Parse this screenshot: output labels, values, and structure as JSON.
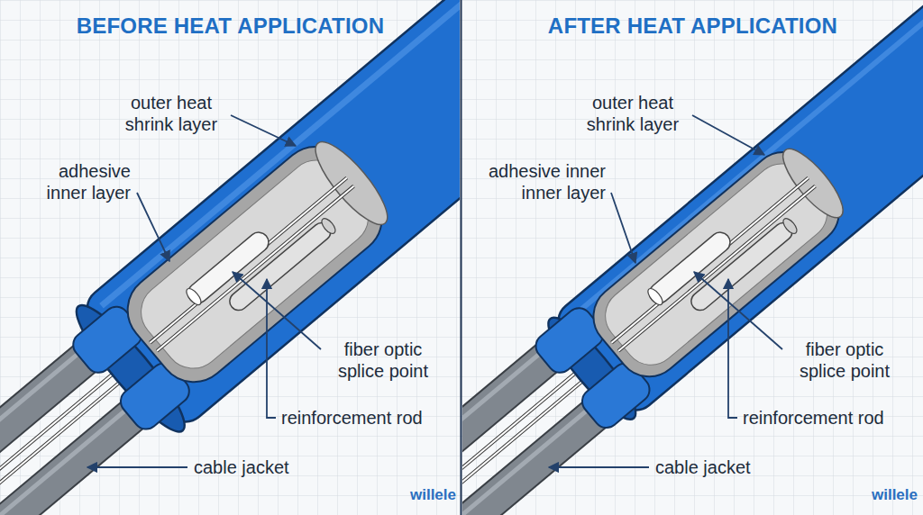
{
  "diagram": {
    "nodes": [
      {
        "text": [
          "BEFORE HEAT APPLICATION"
        ]
      },
      {
        "text": [
          "AFTER HEAT APPLICATION"
        ]
      }
    ],
    "labels": [
      "outer heat shrink layer",
      "adhesive inner layer",
      "fiber optic splice point",
      "reinforcement rod",
      "cable jacket",
      "willele",
      "outer heat shrink layer",
      "adhesive inner inner layer",
      "fiber optic splice point",
      "reinforcement rod",
      "cable jacket",
      "willele"
    ]
  }
}
